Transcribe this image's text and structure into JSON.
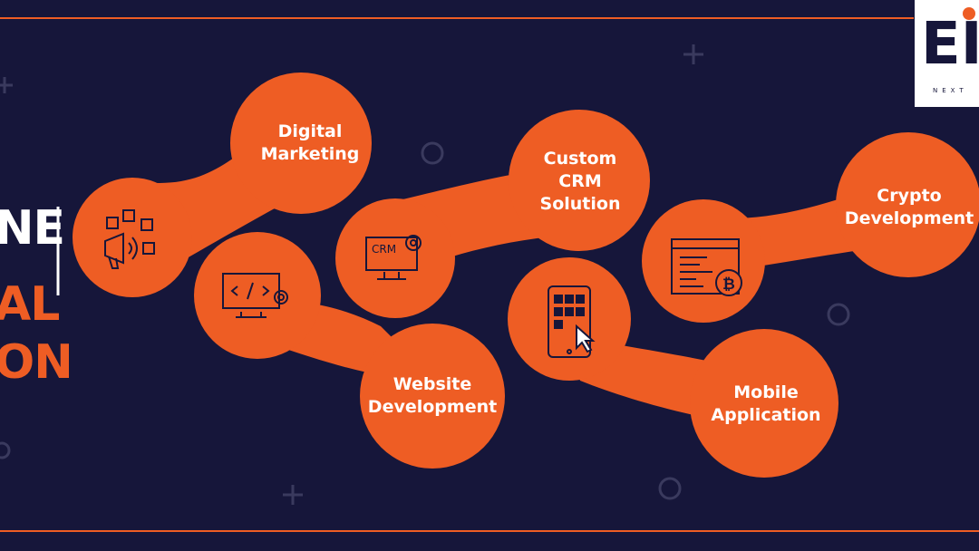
{
  "brand": {
    "logo_text": "EI",
    "logo_subtext": "NEXT"
  },
  "headline": {
    "line1": "NE",
    "line2": "AL",
    "line3": "ON"
  },
  "services": [
    {
      "label": "Digital\nMarketing",
      "icon": "social-megaphone-icon"
    },
    {
      "label": "Website\nDevelopment",
      "icon": "code-monitor-gear-icon"
    },
    {
      "label": "Custom\nCRM\nSolution",
      "icon": "crm-monitor-gear-icon"
    },
    {
      "label": "Mobile\nApplication",
      "icon": "smartphone-touch-icon"
    },
    {
      "label": "Crypto\nDevelopment",
      "icon": "browser-bitcoin-icon"
    }
  ],
  "colors": {
    "background": "#16163a",
    "accent": "#ee5d24",
    "text": "#ffffff",
    "decor": "#3a3a5e"
  }
}
